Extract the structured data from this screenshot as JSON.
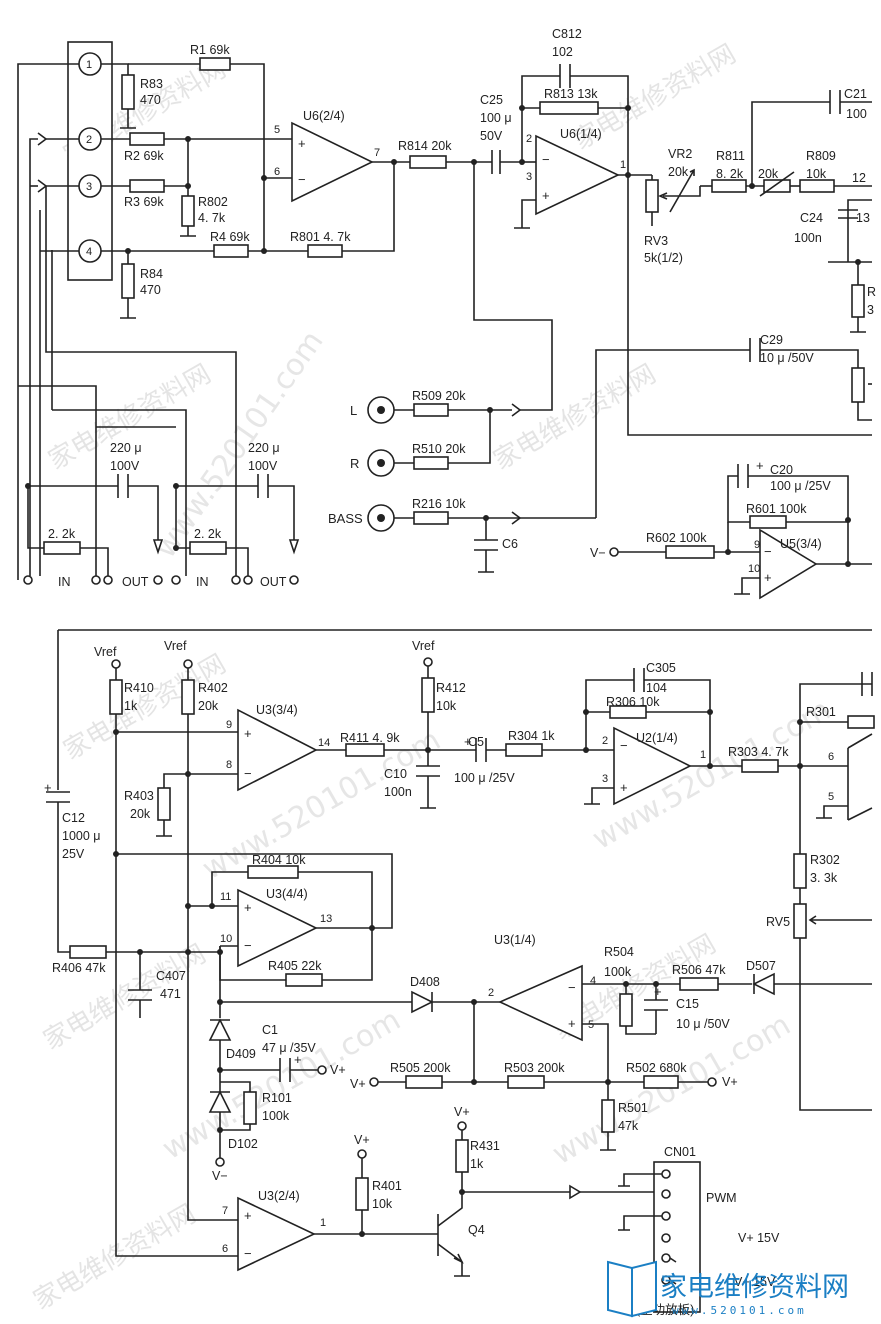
{
  "watermark": {
    "cn": "家电维修资料网",
    "url": "www.520101.com"
  },
  "logo": {
    "cn": "家电维修资料网",
    "url": "www.520101.com"
  },
  "top": {
    "connector_pins": [
      "1",
      "2",
      "3",
      "4"
    ],
    "R1": "R1  69k",
    "R2": "R2  69k",
    "R3": "R3  69k",
    "R4": "R4  69k",
    "R83": "R83",
    "R83v": "470",
    "R84": "R84",
    "R84v": "470",
    "R802": "R802",
    "R802v": "4. 7k",
    "R801": "R801  4. 7k",
    "U6a": "U6(2/4)",
    "U6a_p5": "5",
    "U6a_p6": "6",
    "U6a_p7": "7",
    "R814": "R814  20k",
    "C25": "C25",
    "C25a": "100 μ",
    "C25b": "50V",
    "C812": "C812",
    "C812v": "102",
    "R813": "R813  13k",
    "U6b": "U6(1/4)",
    "U6b_p2": "2",
    "U6b_p3": "3",
    "U6b_p1": "1",
    "VR2": "VR2",
    "VR2v": "20k",
    "R811": "R811",
    "R811v": "8. 2k",
    "R809": "R809",
    "R809v": "10k",
    "VRr": "20k",
    "C21": "C21",
    "C21v": "100",
    "C24": "C24",
    "C24v": "100n",
    "RV3": "RV3",
    "RV3v": "5k(1/2)",
    "p12": "12",
    "p13": "13",
    "Rcut1": "R",
    "Rcut2": "3",
    "C29": "C29",
    "C29v": "10 μ /50V",
    "L": "L",
    "R": "R",
    "BASS": "BASS",
    "R509": "R509  20k",
    "R510": "R510  20k",
    "R216": "R216  10k",
    "C6": "C6",
    "C20": "C20",
    "C20v": "100 μ /25V",
    "R601": "R601  100k",
    "R602": "R602  100k",
    "Vminus": "V−",
    "U5": "U5(3/4)",
    "U5_p9": "9",
    "U5_p10": "10",
    "io": {
      "c1": "220 μ",
      "c1v": "100V",
      "c2": "220 μ",
      "c2v": "100V",
      "r1": "2. 2k",
      "r2": "2. 2k",
      "IN": "IN",
      "OUT": "OUT"
    }
  },
  "bottom": {
    "Vref": "Vref",
    "R410": "R410",
    "R410v": "1k",
    "R402": "R402",
    "R402v": "20k",
    "R403": "R403",
    "R403v": "20k",
    "U3a": "U3(3/4)",
    "U3a_p9": "9",
    "U3a_p8": "8",
    "U3a_p14": "14",
    "R411": "R411  4. 9k",
    "R412": "R412",
    "R412v": "10k",
    "C5": "C5",
    "C5v": "100 μ /25V",
    "C10": "C10",
    "C10v": "100n",
    "R304": "R304  1k",
    "C305": "C305",
    "C305v": "104",
    "R306": "R306  10k",
    "U2": "U2(1/4)",
    "U2_p2": "2",
    "U2_p3": "3",
    "U2_p1": "1",
    "R303": "R303  4. 7k",
    "R301": "R301",
    "p6": "6",
    "p5": "5",
    "R302": "R302",
    "R302v": "3. 3k",
    "RV5": "RV5",
    "C12": "C12",
    "C12a": "1000 μ",
    "C12b": "25V",
    "R404": "R404  10k",
    "U3b": "U3(4/4)",
    "U3b_p11": "11",
    "U3b_p10": "10",
    "U3b_p13": "13",
    "R405": "R405  22k",
    "R406": "R406  47k",
    "C407": "C407",
    "C407v": "471",
    "D408": "D408",
    "U3c": "U3(1/4)",
    "U3c_p2": "2",
    "U3c_p4": "4",
    "U3c_p5": "5",
    "R504": "R504",
    "R504v": "100k",
    "C15": "C15",
    "C15v": "10 μ /50V",
    "R506": "R506  47k",
    "D507": "D507",
    "D409": "D409",
    "C1": "C1",
    "C1v": "47 μ /35V",
    "R101": "R101",
    "R101v": "100k",
    "D102": "D102",
    "R505": "R505  200k",
    "R503": "R503  200k",
    "R502": "R502  680k",
    "R501": "R501",
    "R501v": "47k",
    "Vplus": "V+",
    "Vminus": "V−",
    "R431": "R431",
    "R431v": "1k",
    "R401": "R401",
    "R401v": "10k",
    "U3d": "U3(2/4)",
    "U3d_p7": "7",
    "U3d_p6": "6",
    "U3d_p1": "1",
    "Q4": "Q4",
    "CN01": "CN01",
    "PWM": "PWM",
    "V15p": "V+  15V",
    "V15m": "V−  15V",
    "amp": "(至功放板)"
  }
}
